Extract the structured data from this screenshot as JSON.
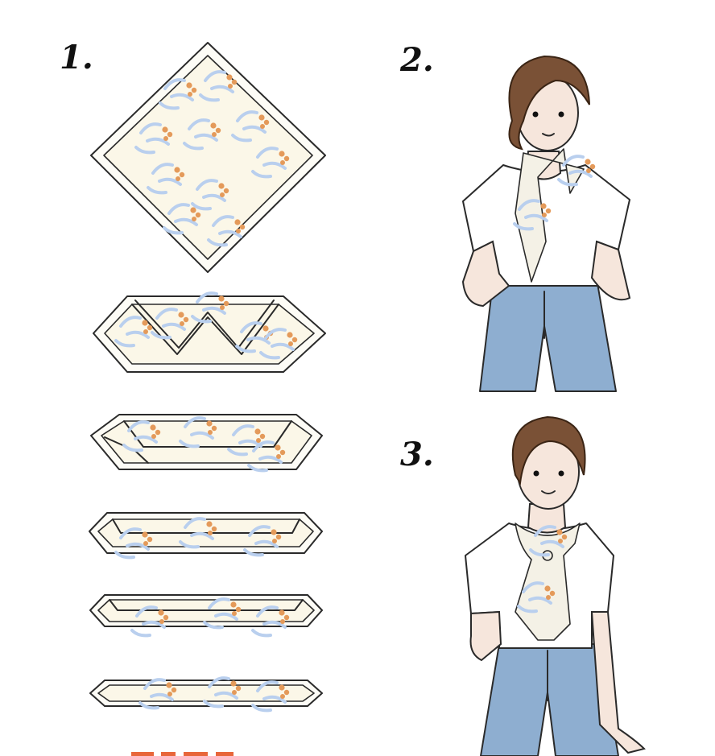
{
  "steps": [
    {
      "number": "1."
    },
    {
      "number": "2."
    },
    {
      "number": "3."
    }
  ],
  "colors": {
    "scarf_base": "#fbf7e8",
    "leaf_blue": "#b9cfee",
    "dot_orange": "#e49a5a",
    "jeans": "#8eaed0",
    "hair": "#7a5136"
  },
  "figures": [
    "square-scarf",
    "scarf-fold-1",
    "scarf-fold-2",
    "scarf-fold-3",
    "scarf-fold-4",
    "scarf-fold-5",
    "woman-draping-scarf",
    "woman-with-tied-scarf"
  ]
}
